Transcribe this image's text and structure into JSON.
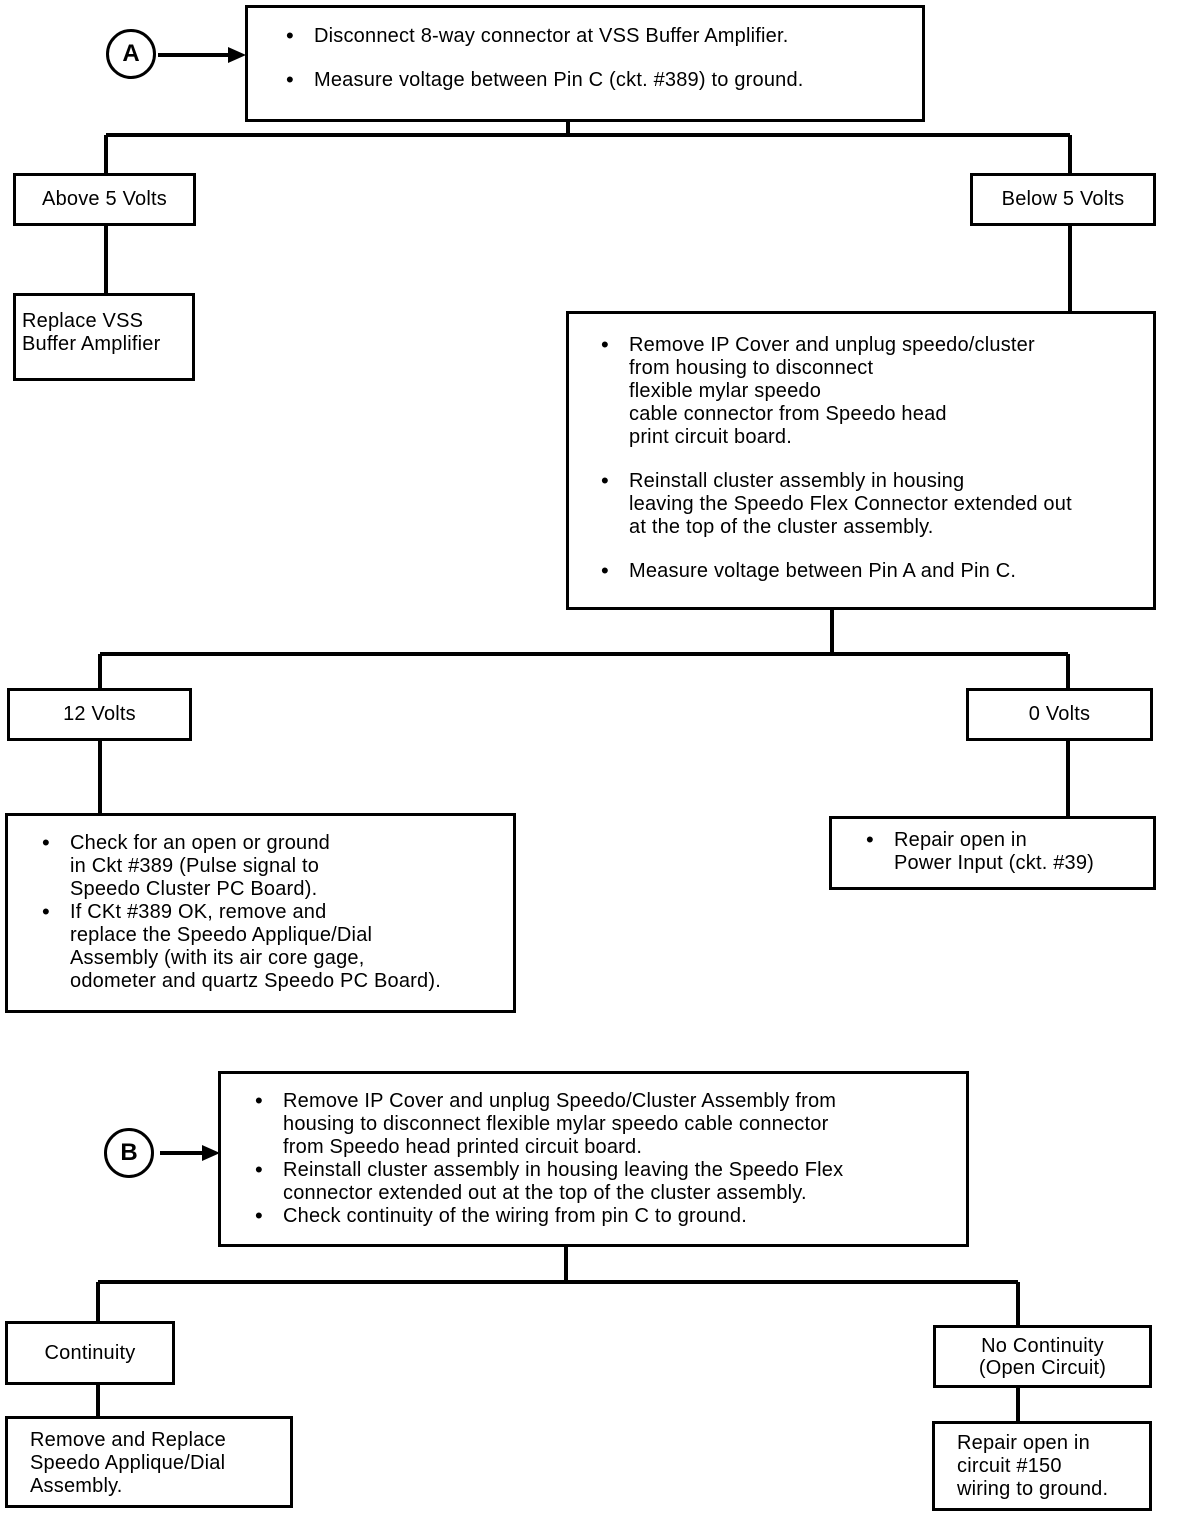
{
  "flowchart_a": {
    "marker": "A",
    "start_steps": [
      "Disconnect 8-way connector at VSS Buffer Amplifier.",
      "Measure voltage between Pin  C (ckt. #389) to ground."
    ],
    "branch_above": "Above 5 Volts",
    "branch_below": "Below 5 Volts",
    "above_action": "Replace VSS\nBuffer Amplifier",
    "below_steps": [
      "Remove IP Cover and unplug speedo/cluster\nfrom housing to disconnect\nflexible mylar speedo\ncable connector from Speedo head\nprint circuit board.",
      "Reinstall cluster assembly in housing\nleaving the Speedo Flex Connector extended out\nat the top of the cluster assembly.",
      "Measure voltage between Pin A and Pin C."
    ],
    "branch_12v": "12 Volts",
    "branch_0v": "0 Volts",
    "action_12v": [
      "Check for an open or ground\nin Ckt #389 (Pulse signal to\nSpeedo Cluster PC Board).",
      "If CKt #389 OK, remove and\nreplace the Speedo Applique/Dial\nAssembly (with its air core gage,\nodometer and quartz Speedo PC Board)."
    ],
    "action_0v": [
      "Repair open in\nPower Input (ckt. #39)"
    ]
  },
  "flowchart_b": {
    "marker": "B",
    "start_steps": [
      "Remove IP Cover and unplug Speedo/Cluster Assembly from\nhousing to disconnect flexible mylar speedo cable connector\nfrom Speedo head printed circuit board.",
      "Reinstall cluster assembly in housing leaving the Speedo Flex\nconnector extended out at the top of the cluster assembly.",
      "Check continuity of the wiring from pin C to ground."
    ],
    "branch_continuity": "Continuity",
    "branch_no_continuity": "No Continuity\n(Open Circuit)",
    "action_continuity": "Remove and Replace\nSpeedo Applique/Dial\nAssembly.",
    "action_no_continuity": "Repair open in\ncircuit #150\nwiring to ground."
  }
}
